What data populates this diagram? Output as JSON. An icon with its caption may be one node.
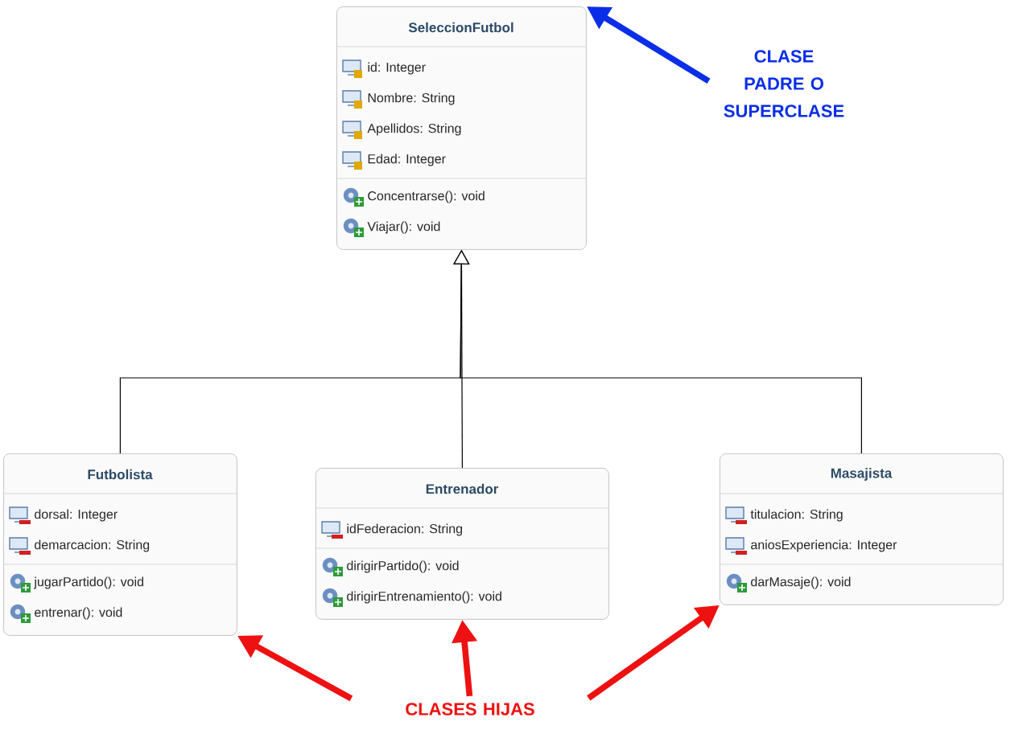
{
  "diagram": {
    "nodes": [
      {
        "text": [
          "SeleccionFutbol",
          "id: Integer",
          "Nombre: String",
          "Apellidos: String",
          "Edad: Integer",
          "Concentrarse(): void",
          "Viajar(): void"
        ]
      },
      {
        "text": [
          "Futbolista",
          "dorsal: Integer",
          "demarcacion: String",
          "jugarPartido(): void",
          "entrenar(): void"
        ]
      },
      {
        "text": [
          "Entrenador",
          "idFederacion: String",
          "dirigirPartido(): void",
          "dirigirEntrenamiento(): void"
        ]
      },
      {
        "text": [
          "Masajista",
          "titulacion: String",
          "aniosExperiencia: Integer",
          "darMasaje(): void"
        ]
      },
      {
        "text": [
          "CLASE PADRE O SUPERCLASE"
        ]
      },
      {
        "text": [
          "CLASES HIJAS"
        ]
      }
    ],
    "edges": [
      {
        "from": 1,
        "to": 0,
        "arrow": "to"
      },
      {
        "from": 2,
        "to": 0,
        "arrow": "to"
      },
      {
        "from": 3,
        "to": 0,
        "arrow": "to"
      },
      {
        "from": 4,
        "to": 0,
        "arrow": "to",
        "color": "#0a2ee8"
      },
      {
        "from": 5,
        "to": 1,
        "arrow": "to",
        "color": "#ee1111"
      },
      {
        "from": 5,
        "to": 2,
        "arrow": "to",
        "color": "#ee1111"
      },
      {
        "from": 5,
        "to": 3,
        "arrow": "to",
        "color": "#ee1111"
      }
    ]
  }
}
